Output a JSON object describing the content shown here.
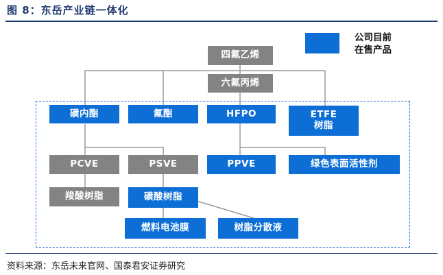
{
  "figure": {
    "title": "图 8：东岳产业链一体化",
    "source": "资料来源：东岳未来官网、国泰君安证券研究"
  },
  "legend": {
    "label": "公司目前\n在售产品",
    "color": "#0d6fd6"
  },
  "nodes": {
    "tfe": "四氟乙烯",
    "hfp": "六氟丙烯",
    "sulfonyl_ester": "磺内酯",
    "fluoro_ester": "氟酯",
    "hfpo": "HFPO",
    "etfe": "ETFE\n树脂",
    "pcve": "PCVE",
    "psve": "PSVE",
    "ppve": "PPVE",
    "green_surfactant": "绿色表面活性剂",
    "carboxylic_resin": "羧酸树脂",
    "sulfonic_resin": "磺酸树脂",
    "fuel_cell_membrane": "燃料电池膜",
    "resin_dispersion": "树脂分散液"
  },
  "colors": {
    "in_sale": "#0d6fd6",
    "not_in_sale": "#838383",
    "title": "#1f3a6f"
  }
}
